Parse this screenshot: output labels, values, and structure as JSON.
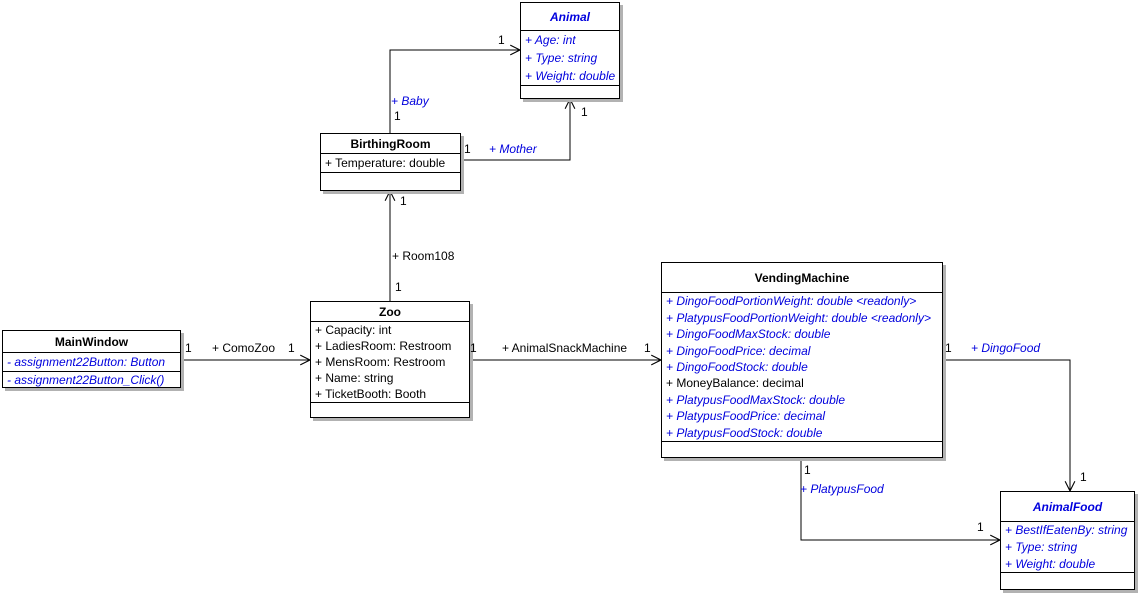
{
  "colors": {
    "member_blue": "#0000dd",
    "shadow_gray": "#b2b2b2"
  },
  "classes": {
    "main_window": {
      "name": "MainWindow",
      "attributes": [
        "- assignment22Button: Button"
      ],
      "methods": [
        "- assignment22Button_Click()"
      ]
    },
    "zoo": {
      "name": "Zoo",
      "attributes": [
        "+ Capacity: int",
        "+ LadiesRoom: Restroom",
        "+ MensRoom: Restroom",
        "+ Name: string",
        "+ TicketBooth: Booth"
      ],
      "methods": []
    },
    "birthing_room": {
      "name": "BirthingRoom",
      "attributes": [
        "+ Temperature: double"
      ],
      "methods": []
    },
    "animal": {
      "name": "Animal",
      "attributes": [
        "+ Age: int",
        "+ Type: string",
        "+ Weight: double"
      ],
      "methods": []
    },
    "vending_machine": {
      "name": "VendingMachine",
      "attributes": [
        "+ DingoFoodPortionWeight: double <readonly>",
        "+ PlatypusFoodPortionWeight: double <readonly>",
        "+ DingoFoodMaxStock: double",
        "+ DingoFoodPrice: decimal",
        "+ DingoFoodStock: double",
        "+ MoneyBalance: decimal",
        "+ PlatypusFoodMaxStock: double",
        "+ PlatypusFoodPrice: decimal",
        "+ PlatypusFoodStock: double"
      ],
      "methods": []
    },
    "animal_food": {
      "name": "AnimalFood",
      "attributes": [
        "+ BestIfEatenBy: string",
        "+ Type: string",
        "+ Weight: double"
      ],
      "methods": []
    }
  },
  "associations": {
    "como_zoo": {
      "label": "+ ComoZoo",
      "source_mult": "1",
      "target_mult": "1"
    },
    "room108": {
      "label": "+ Room108",
      "source_mult": "1",
      "target_mult": "1"
    },
    "baby": {
      "label": "+ Baby",
      "source_mult": "1",
      "target_mult": "1"
    },
    "mother": {
      "label": "+ Mother",
      "source_mult": "1",
      "target_mult": "1"
    },
    "animal_snack_machine": {
      "label": "+ AnimalSnackMachine",
      "source_mult": "1",
      "target_mult": "1"
    },
    "dingo_food": {
      "label": "+ DingoFood",
      "source_mult": "1",
      "target_mult": "1"
    },
    "platypus_food": {
      "label": "+ PlatypusFood",
      "source_mult": "1",
      "target_mult": "1"
    }
  }
}
